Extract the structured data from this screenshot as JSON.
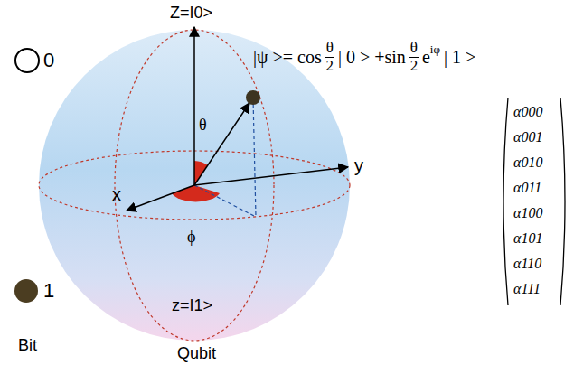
{
  "diagram": {
    "labels": [
      "0",
      "1",
      "Bit",
      "Qubit",
      "Z=I0>",
      "z=I1>",
      "θ",
      "ϕ",
      "x",
      "y",
      "|ψ >= cos",
      "θ",
      "2",
      "| 0 > +sin",
      "θ",
      "2",
      "e",
      "iφ",
      "| 1 >",
      "α000",
      "α001",
      "α010",
      "α011",
      "α100",
      "α101",
      "α110",
      "α111"
    ]
  }
}
